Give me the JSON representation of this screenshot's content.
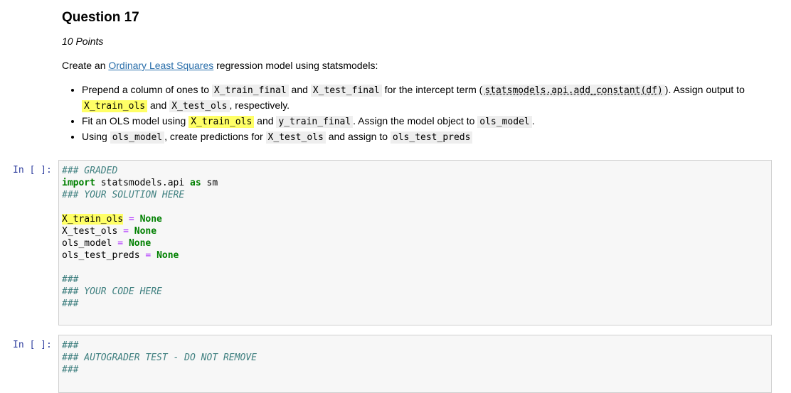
{
  "question": {
    "title": "Question 17",
    "points": "10 Points",
    "intro_before": "Create an ",
    "intro_link": "Ordinary Least Squares",
    "intro_after": " regression model using statsmodels:",
    "bullets": [
      {
        "p1": "Prepend a column of ones to ",
        "c1": "X_train_final",
        "p2": " and ",
        "c2": "X_test_final",
        "p3": " for the intercept term (",
        "c3": "statsmodels.api.add_constant(df)",
        "p4": "). Assign output to ",
        "c4": "X_train_ols",
        "p5": " and ",
        "c5": "X_test_ols",
        "p6": ", respectively."
      },
      {
        "p1": "Fit an OLS model using ",
        "c1": "X_train_ols",
        "p2": " and ",
        "c2": "y_train_final",
        "p3": ". Assign the model object to ",
        "c3": "ols_model",
        "p4": "."
      },
      {
        "p1": "Using ",
        "c1": "ols_model",
        "p2": ", create predictions for ",
        "c2": "X_test_ols",
        "p3": " and assign to ",
        "c3": "ols_test_preds"
      }
    ]
  },
  "cells": [
    {
      "prompt": "In [ ]:",
      "comment_graded": "### GRADED",
      "kw_import": "import",
      "module": " statsmodels.api ",
      "kw_as": "as",
      "alias": " sm",
      "comment_solution": "### YOUR SOLUTION HERE",
      "var1": "X_train_ols",
      "var2": "X_test_ols",
      "var3": "ols_model",
      "var4": "ols_test_preds",
      "eq": "=",
      "none": "None",
      "hash": "###",
      "comment_code": "### YOUR CODE HERE"
    },
    {
      "prompt": "In [ ]:",
      "hash": "###",
      "comment_test": "### AUTOGRADER TEST - DO NOT REMOVE"
    }
  ]
}
